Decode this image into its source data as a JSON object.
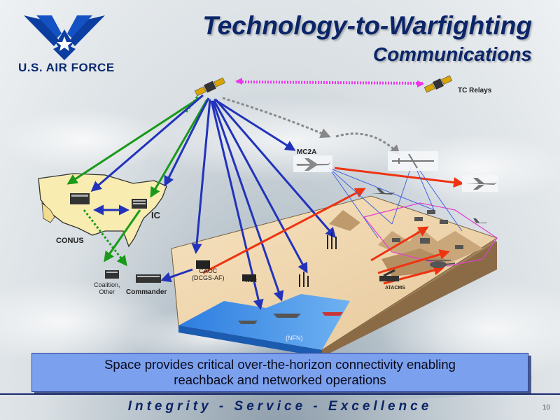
{
  "header": {
    "logo_text": "U.S. AIR FORCE",
    "title_line1": "Technology-to-Warfighting",
    "title_line2": "Communications"
  },
  "diagram": {
    "labels": {
      "tc_relays": "TC Relays",
      "mc2a": "MC2A",
      "ic": "IC",
      "conus": "CONUS",
      "coalition_line1": "Coalition,",
      "coalition_line2": "Other",
      "commander": "Commander",
      "caoc_line1": "CAOC",
      "caoc_line2": "(DCGS-AF)",
      "woc": "WOC",
      "atacms": "ATACMS",
      "nfn": "(NFN)"
    },
    "colors": {
      "uplink": "#2233bb",
      "downlink": "#1a9a1a",
      "strike": "#ee3311",
      "relay": "#ee33ee",
      "reach": "#888888"
    }
  },
  "caption": {
    "line1": "Space provides critical over-the-horizon connectivity enabling",
    "line2": "reachback and networked operations"
  },
  "footer": {
    "motto": "Integrity - Service - Excellence",
    "page_number": "10"
  }
}
